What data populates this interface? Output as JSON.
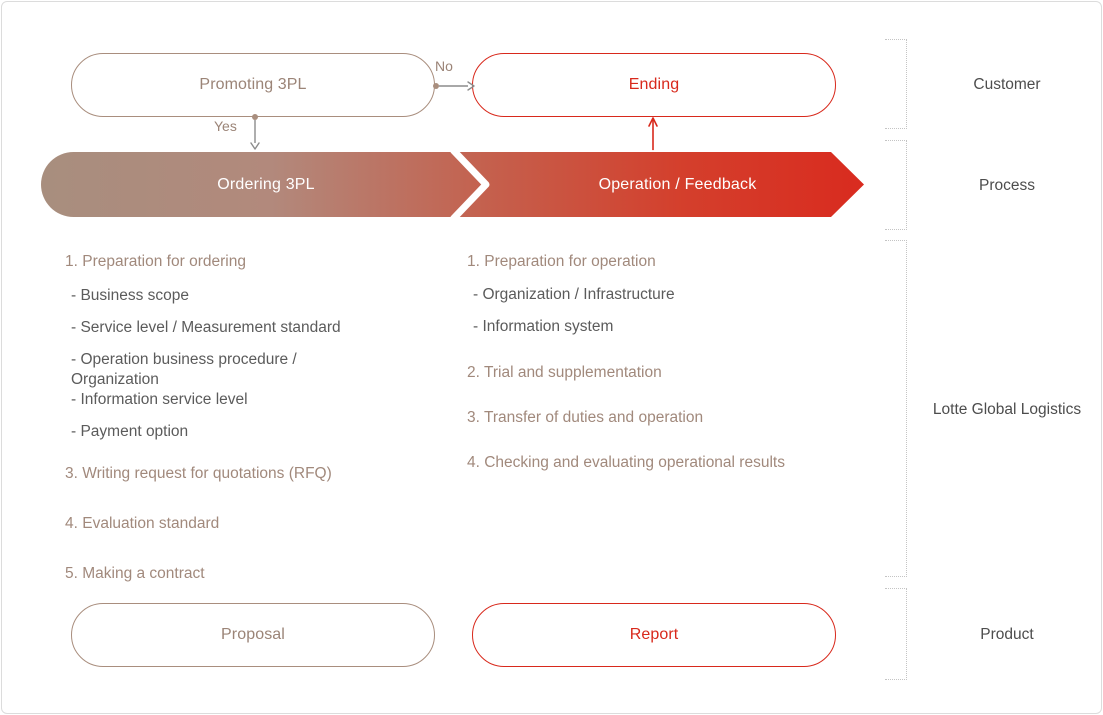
{
  "colors": {
    "taupe": "#a98e7e",
    "taupe_text": "#9b8477",
    "red": "#d8291c",
    "bar_gradient_start": "#a88e7e",
    "bar_gradient_end": "#d92b1f",
    "body_text": "#5b5b5b",
    "label_text": "#4d4d4d",
    "dotted": "#c4c4c4"
  },
  "decision": {
    "box_label": "Promoting 3PL",
    "yes_label": "Yes",
    "no_label": "No",
    "end_label": "Ending"
  },
  "process": {
    "segments": [
      {
        "label": "Ordering 3PL"
      },
      {
        "label": "Operation / Feedback"
      }
    ]
  },
  "columns": {
    "left": [
      {
        "type": "num",
        "text": "1. Preparation for ordering"
      },
      {
        "type": "sub",
        "text": "- Business scope"
      },
      {
        "type": "sub",
        "text": "- Service level / Measurement standard"
      },
      {
        "type": "sub",
        "text": "- Operation business procedure /\n   Organization"
      },
      {
        "type": "sub",
        "text": "- Information service level"
      },
      {
        "type": "sub",
        "text": "- Payment option"
      },
      {
        "type": "num",
        "text": "3. Writing request for quotations (RFQ)"
      },
      {
        "type": "num",
        "text": "4. Evaluation standard"
      },
      {
        "type": "num",
        "text": "5. Making a contract"
      }
    ],
    "right": [
      {
        "type": "num",
        "text": "1. Preparation for operation"
      },
      {
        "type": "sub",
        "text": "- Organization / Infrastructure"
      },
      {
        "type": "sub",
        "text": "- Information system"
      },
      {
        "type": "num",
        "text": "2. Trial and supplementation"
      },
      {
        "type": "num",
        "text": "3. Transfer of duties and operation"
      },
      {
        "type": "num",
        "text": "4. Checking and evaluating operational results"
      }
    ]
  },
  "products": {
    "left_label": "Proposal",
    "right_label": "Report"
  },
  "row_labels": {
    "customer": "Customer",
    "process": "Process",
    "lotte": "Lotte Global Logistics",
    "product": "Product"
  }
}
